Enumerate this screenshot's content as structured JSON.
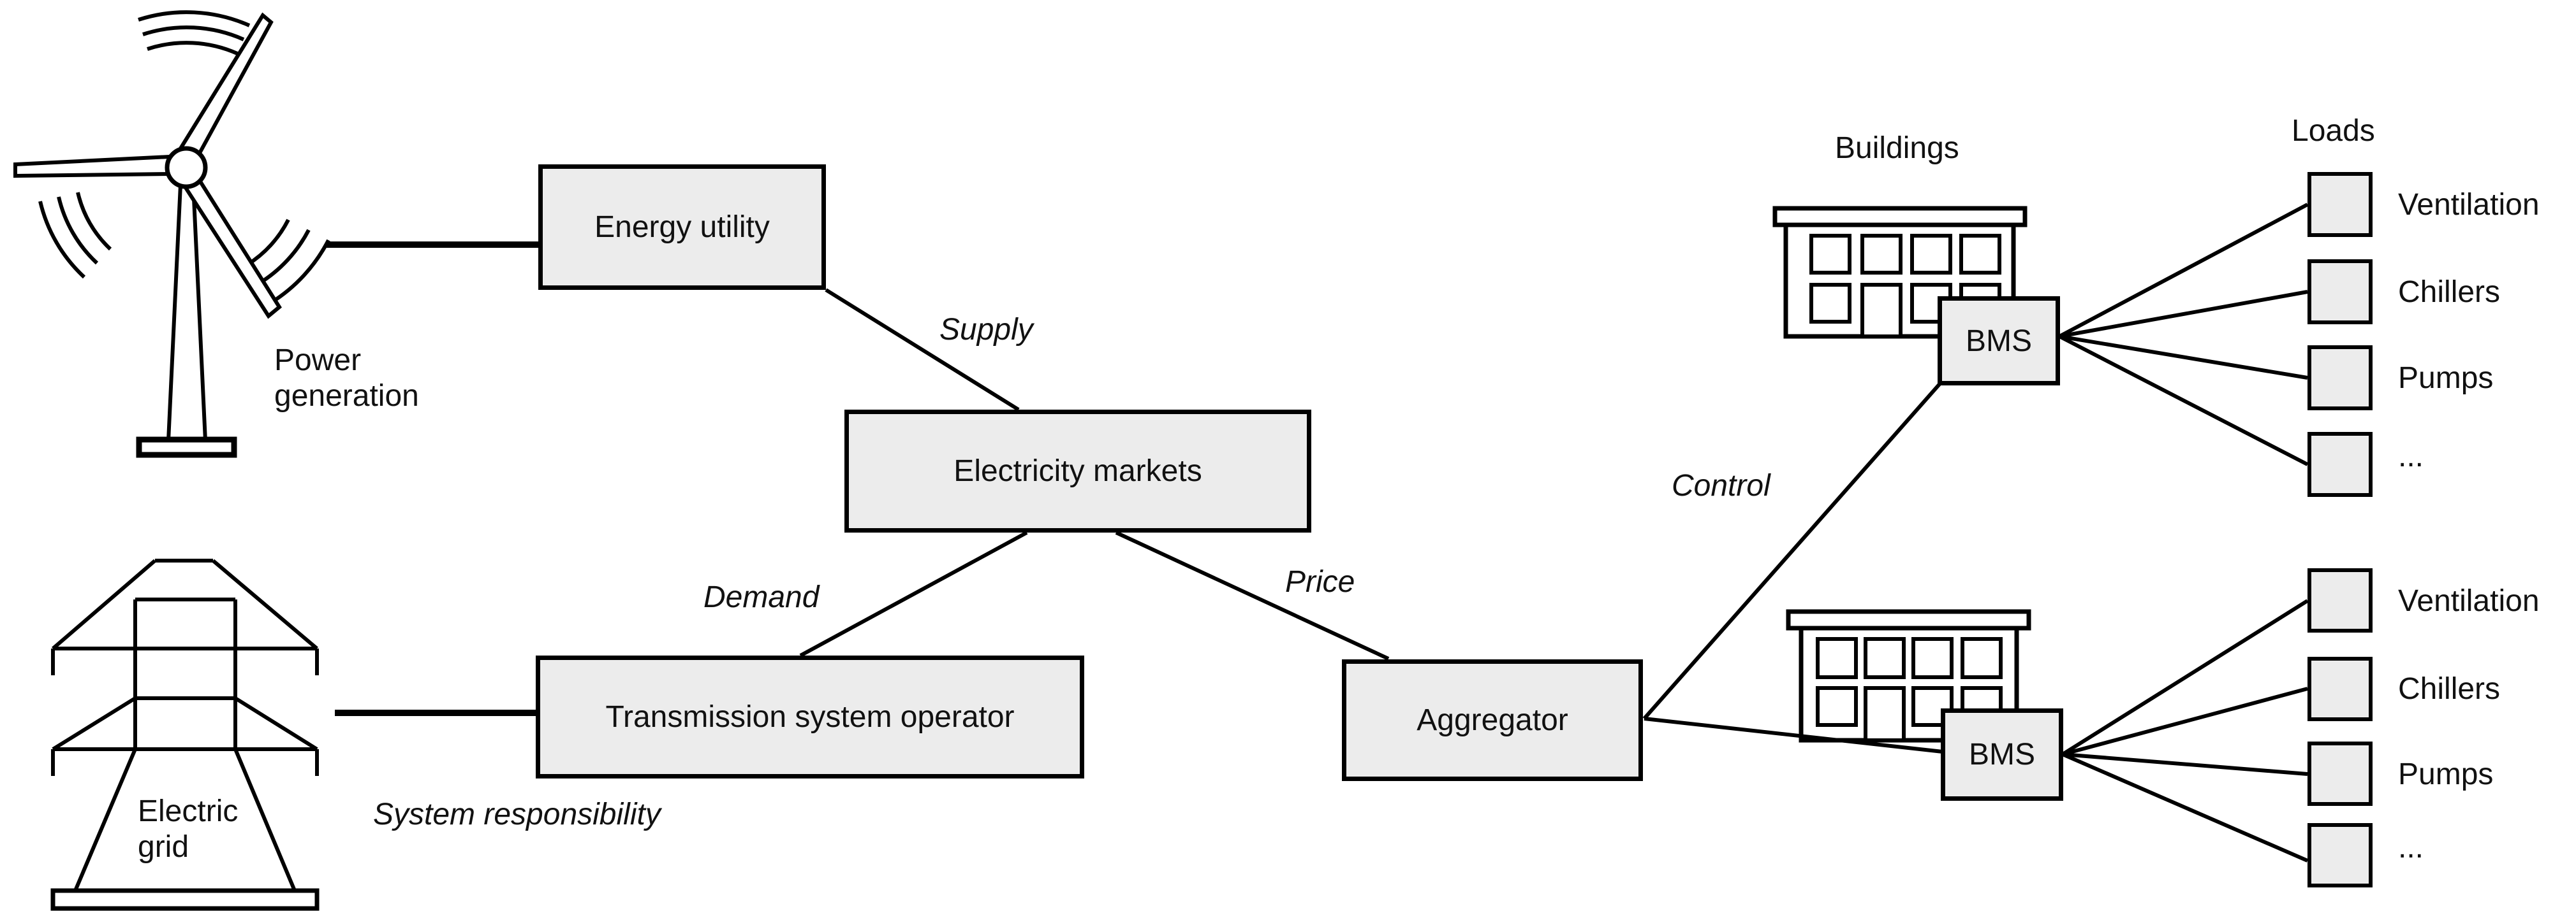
{
  "nodes": {
    "energy_utility": "Energy utility",
    "electricity_markets": "Electricity markets",
    "tso": "Transmission system operator",
    "aggregator": "Aggregator",
    "bms_top": "BMS",
    "bms_bottom": "BMS"
  },
  "edge_labels": {
    "supply": "Supply",
    "demand": "Demand",
    "price": "Price",
    "control": "Control",
    "system_responsibility": "System responsibility"
  },
  "labels": {
    "power_generation": "Power\ngeneration",
    "electric_grid": "Electric\ngrid",
    "buildings": "Buildings",
    "loads": "Loads"
  },
  "loads_top": [
    "Ventilation",
    "Chillers",
    "Pumps",
    "..."
  ],
  "loads_bottom": [
    "Ventilation",
    "Chillers",
    "Pumps",
    "..."
  ],
  "colors": {
    "box_fill": "#ececec",
    "line": "#000000",
    "text": "#111111"
  }
}
